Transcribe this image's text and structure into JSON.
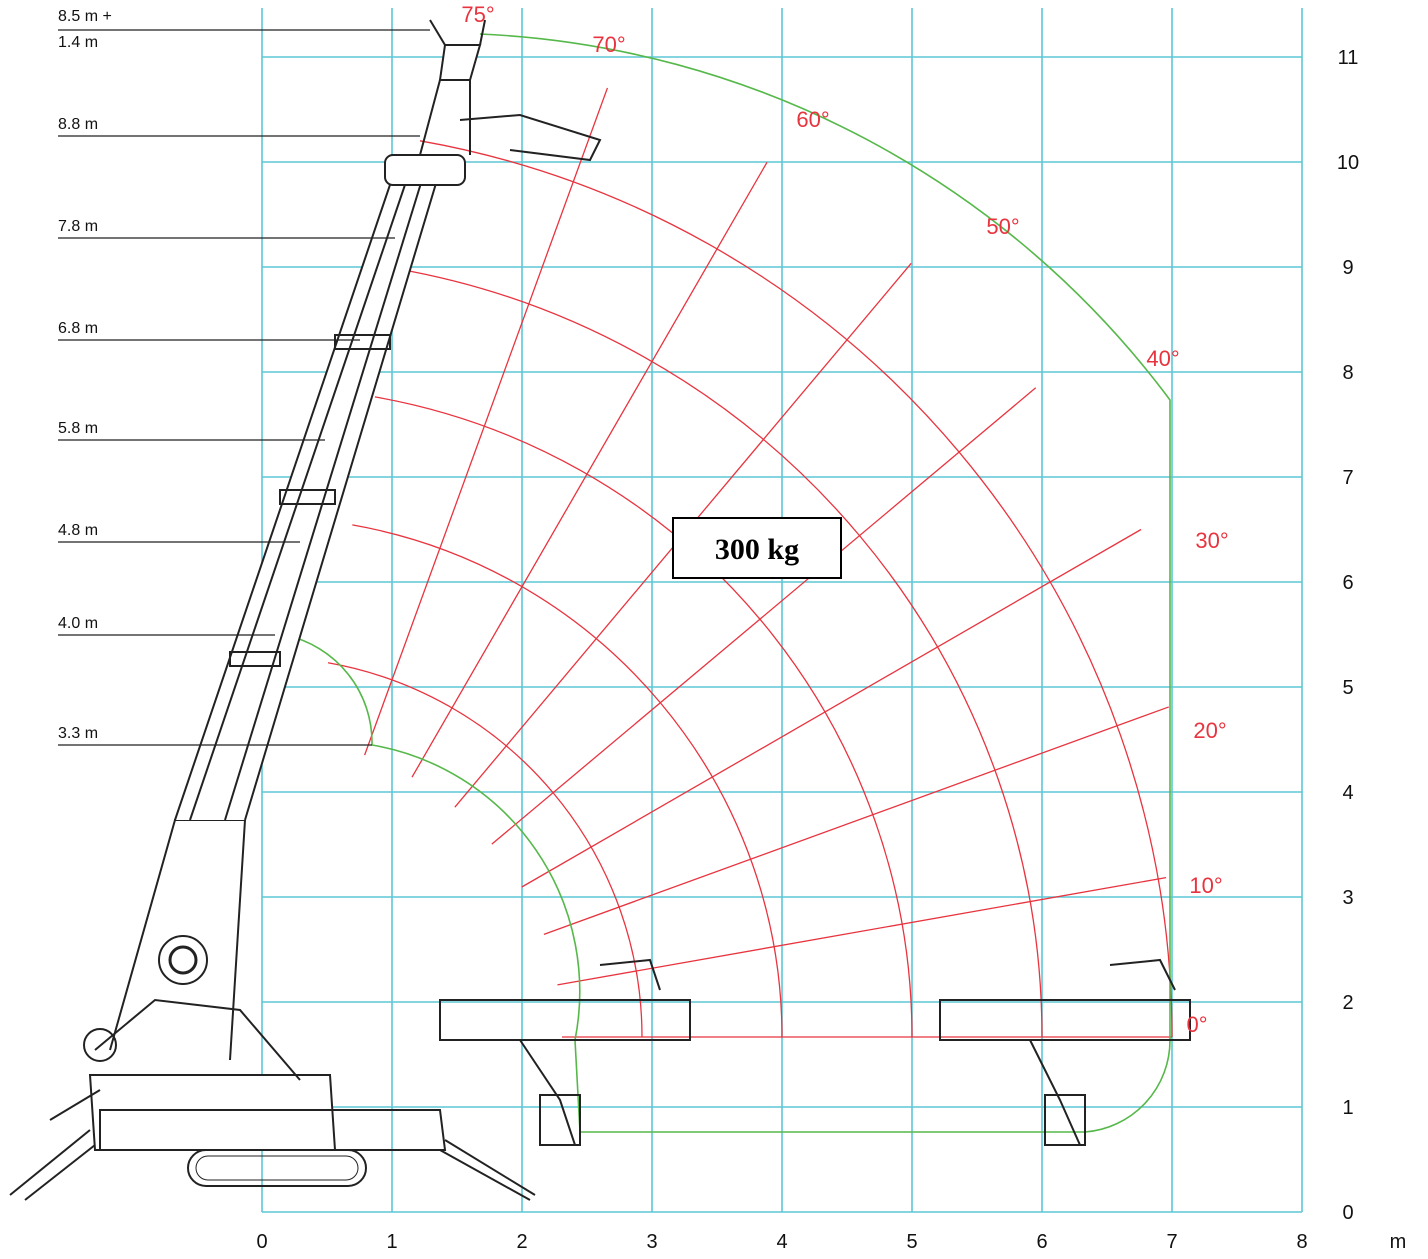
{
  "chart_data": {
    "type": "other",
    "description_kind": "crane-load-chart",
    "x_ticks": [
      "0",
      "1",
      "2",
      "3",
      "4",
      "5",
      "6",
      "7",
      "8"
    ],
    "x_unit": "m",
    "y_ticks": [
      "0",
      "1",
      "2",
      "3",
      "4",
      "5",
      "6",
      "7",
      "8",
      "9",
      "10",
      "11"
    ],
    "load_label": "300 kg",
    "boom_angles": [
      {
        "label": "0°",
        "deg": 0
      },
      {
        "label": "10°",
        "deg": 10
      },
      {
        "label": "20°",
        "deg": 20
      },
      {
        "label": "30°",
        "deg": 30
      },
      {
        "label": "40°",
        "deg": 40
      },
      {
        "label": "50°",
        "deg": 50
      },
      {
        "label": "60°",
        "deg": 60
      },
      {
        "label": "70°",
        "deg": 70
      },
      {
        "label": "75°",
        "deg": 75
      }
    ],
    "arc_radii_m": [
      4.8,
      5.8,
      6.8,
      7.8,
      8.8
    ],
    "height_labels": [
      "8.5 m +",
      "1.4 m",
      "8.8 m",
      "7.8 m",
      "6.8 m",
      "5.8 m",
      "4.8 m",
      "4.0 m",
      "3.3 m"
    ],
    "colors": {
      "grid": "#5cc7d6",
      "arcs": "#e8343f",
      "envelope": "#56b84a",
      "text": "#111111"
    }
  }
}
